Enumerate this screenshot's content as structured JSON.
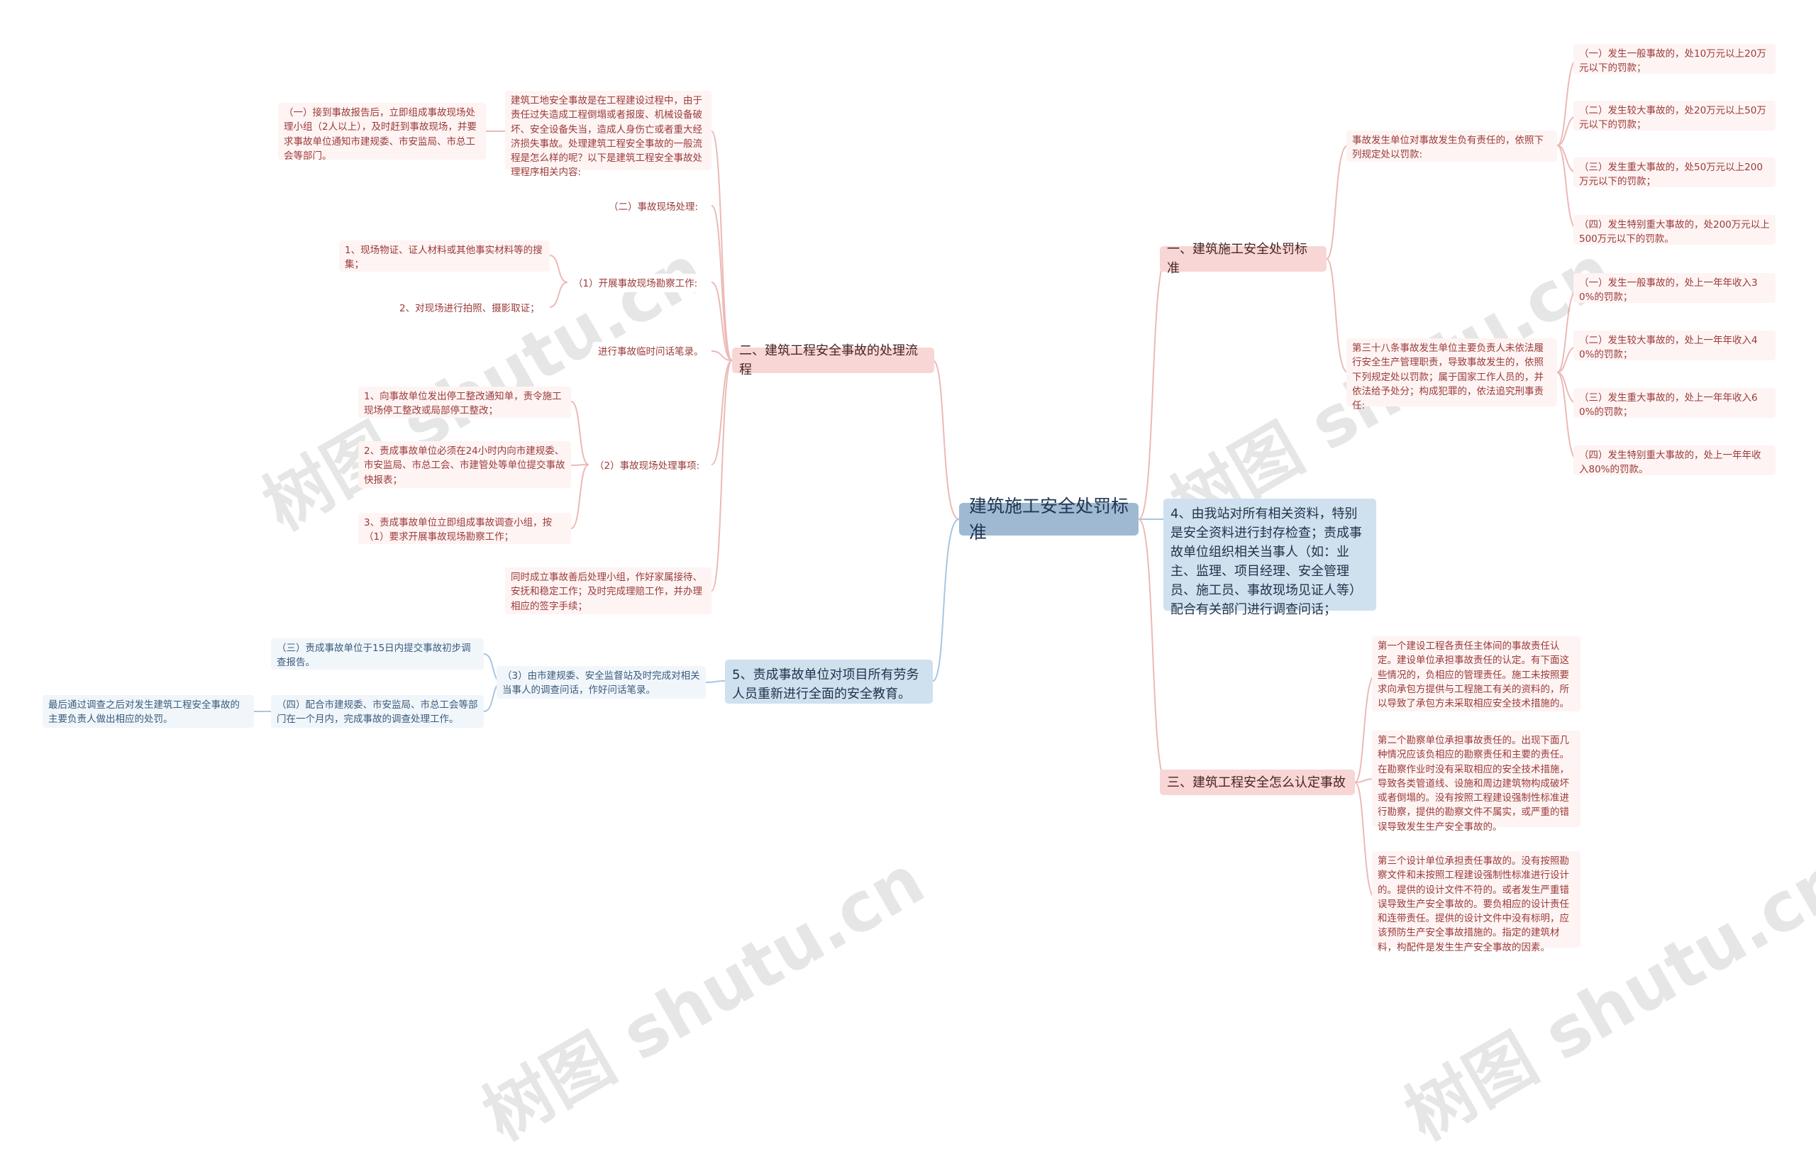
{
  "root": {
    "title": "建筑施工安全处罚标准"
  },
  "watermark": "树图 shutu.cn",
  "right": {
    "branch1": {
      "title": "一、建筑施工安全处罚标准",
      "sub1": {
        "text": "事故发生单位对事故发生负有责任的，依照下列规定处以罚款:",
        "items": [
          "（一）发生一般事故的，处10万元以上20万元以下的罚款；",
          "（二）发生较大事故的，处20万元以上50万元以下的罚款；",
          "（三）发生重大事故的，处50万元以上200万元以下的罚款；",
          "（四）发生特别重大事故的，处200万元以上500万元以下的罚款。"
        ]
      },
      "sub2": {
        "text": "第三十八条事故发生单位主要负责人未依法履行安全生产管理职责，导致事故发生的，依照下列规定处以罚款；属于国家工作人员的，并依法给予处分；构成犯罪的，依法追究刑事责任:",
        "items": [
          "（一）发生一般事故的，处上一年年收入30%的罚款；",
          "（二）发生较大事故的，处上一年年收入40%的罚款；",
          "（三）发生重大事故的，处上一年年收入60%的罚款；",
          "（四）发生特别重大事故的，处上一年年收入80%的罚款。"
        ]
      }
    },
    "branch2": {
      "text": "4、由我站对所有相关资料，特别是安全资料进行封存检查；责成事故单位组织相关当事人（如：业主、监理、项目经理、安全管理员、施工员、事故现场见证人等）配合有关部门进行调查问话；"
    },
    "branch3": {
      "title": "三、建筑工程安全怎么认定事故",
      "items": [
        "第一个建设工程各责任主体间的事故责任认定。建设单位承担事故责任的认定。有下面这些情况的，负相应的管理责任。施工未按照要求向承包方提供与工程施工有关的资料的，所以导致了承包方未采取相应安全技术措施的。",
        "第二个勘察单位承担事故责任的。出现下面几种情况应该负相应的勘察责任和主要的责任。在勘察作业时没有采取相应的安全技术措施，导致各类管道线、设施和周边建筑物构成破坏或者倒塌的。没有按照工程建设强制性标准进行勘察，提供的勘察文件不属实，或严重的错误导致发生生产安全事故的。",
        "第三个设计单位承担责任事故的。没有按照勘察文件和未按照工程建设强制性标准进行设计的。提供的设计文件不符的。或者发生严重错误导致生产安全事故的。要负相应的设计责任和连带责任。提供的设计文件中没有标明，应该预防生产安全事故措施的。指定的建筑材料，构配件是发生生产安全事故的因素。"
      ]
    }
  },
  "left": {
    "branch1": {
      "title": "二、建筑工程安全事故的处理流程",
      "intro": "建筑工地安全事故是在工程建设过程中，由于责任过失造成工程倒塌或者报废、机械设备破坏、安全设备失当，造成人身伤亡或者重大经济损失事故。处理建筑工程安全事故的一般流程是怎么样的呢？以下是建筑工程安全事故处理程序相关内容:",
      "intro_child": "（一）接到事故报告后，立即组成事故现场处理小组（2人以上），及时赶到事故现场，并要求事故单位通知市建规委、市安监局、市总工会等部门。",
      "scene": "（二）事故现场处理:",
      "survey": {
        "text": "（1）开展事故现场勘察工作:",
        "items": [
          "1、现场物证、证人材料或其他事实材料等的搜集；",
          "2、对现场进行拍照、摄影取证；"
        ]
      },
      "record": "进行事故临时问话笔录。",
      "handle": {
        "text": "（2）事故现场处理事项:",
        "items": [
          "1、向事故单位发出停工整改通知单，责令施工现场停工整改或局部停工整改；",
          "2、责成事故单位必须在24小时内向市建规委、市安监局、市总工会、市建管处等单位提交事故快报表；",
          "3、责成事故单位立即组成事故调查小组，按（1）要求开展事故现场勘察工作；"
        ]
      },
      "aftercare": "同时成立事故善后处理小组，作好家属接待、安抚和稳定工作；及时完成理赔工作，并办理相应的签字手续；"
    },
    "branch2": {
      "title": "5、责成事故单位对项目所有劳务人员重新进行全面的安全教育。",
      "sub": {
        "text": "（3）由市建规委、安全监督站及时完成对相关当事人的调查问话，作好问话笔录。",
        "items": [
          "（三）责成事故单位于15日内提交事故初步调查报告。",
          "（四）配合市建规委、市安监局、市总工会等部门在一个月内，完成事故的调查处理工作。"
        ],
        "final": "最后通过调查之后对发生建筑工程安全事故的主要负责人做出相应的处罚。"
      }
    }
  },
  "colors": {
    "pink_line": "#ecb9b6",
    "blue_line": "#a9c6e0",
    "root_bg": "#9fb9d3",
    "pink_main_bg": "#f7d6d5",
    "blue_main_bg": "#cfe0ef"
  }
}
